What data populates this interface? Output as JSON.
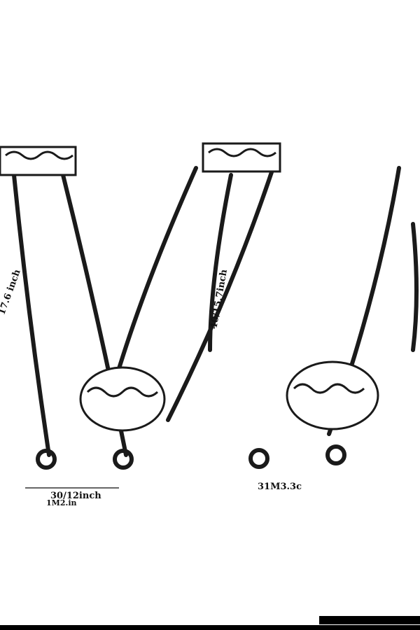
{
  "labels": {
    "width_left": "30/12inch",
    "width_left_metric": "1M2.in",
    "width_right": "31M3.3c",
    "height_left": "17.6 inch",
    "height_center": "40/15.7inch"
  },
  "colors": {
    "line": "#1a1a1a",
    "background": "#ffffff"
  }
}
